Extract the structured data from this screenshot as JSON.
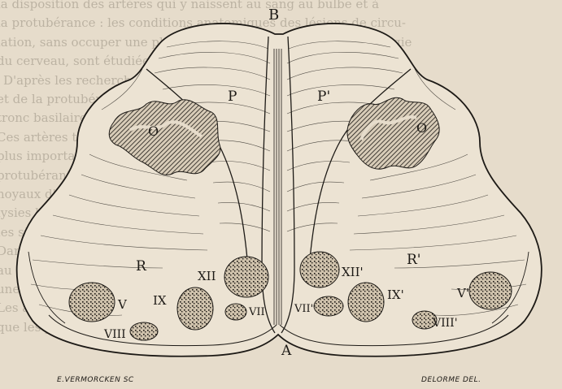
{
  "figure": {
    "labels": {
      "B": "B",
      "A": "A",
      "P_left": "P",
      "P_right": "P'",
      "O_left": "O",
      "O_right": "O",
      "R_left": "R",
      "R_right": "R'",
      "V_left": "V",
      "V_right": "V'",
      "IX_left": "IX",
      "IX_right": "IX'",
      "XII_left": "XII",
      "XII_right": "XII'",
      "VII_left": "VII",
      "VII_right": "VII'",
      "VIII_left": "VIII",
      "VIII_right": "VIII'"
    },
    "credits": {
      "engraver": "E.VERMORCKEN SC",
      "artist": "DELORME DEL."
    },
    "colors": {
      "ink": "#1d1a16",
      "paper": "#e6dccb",
      "bleed_text": "#9b9283"
    }
  },
  "background_text": {
    "lines": [
      "la disposition des artères qui y naissent au sang au bulbe et à",
      "la protubérance : les conditions anatomiques des lésions de circu-",
      "lation, sans occuper une place assez importante dans la pathologie",
      "du cerveau, sont étudiées comme autant de types dans la moelle.",
      "D'après les recherches de Duret, les artères nourricières du bulbe",
      "et de la protubérance naissent comme les artères précédentes du",
      "tronc basilaire ou vertébrales, et pénètrent directement ces nerfs.",
      "Ces artères terminales se rendent à la substance grise ou blanche. Les",
      "plus importantes sont les artères des noyaux d'origine des nerfs bulbo-",
      "protubérantiels, qui fournissent la circulation propre de chacun de ces",
      "noyaux d'origine des nerfs, et dont l'oblitération cause les para-",
      "lysies labio-glosso-laryngées ; d'autres enfin rameaux latéraux, suivant",
      "les sillons latéraux du bulbe, en forment les réseaux.",
      "Dans le plancher du quatrième ventricule, les plexus se répandent",
      "au centre des noyaux et dans les couches profondes, et cheminent",
      "une à une vers les olives, en formant des petits troncs isolés.",
      "Les artères du noyau de la protubérance naissent à la même hauteur",
      "que les précédentes et se distribuent à la couche superficielle et"
    ]
  }
}
